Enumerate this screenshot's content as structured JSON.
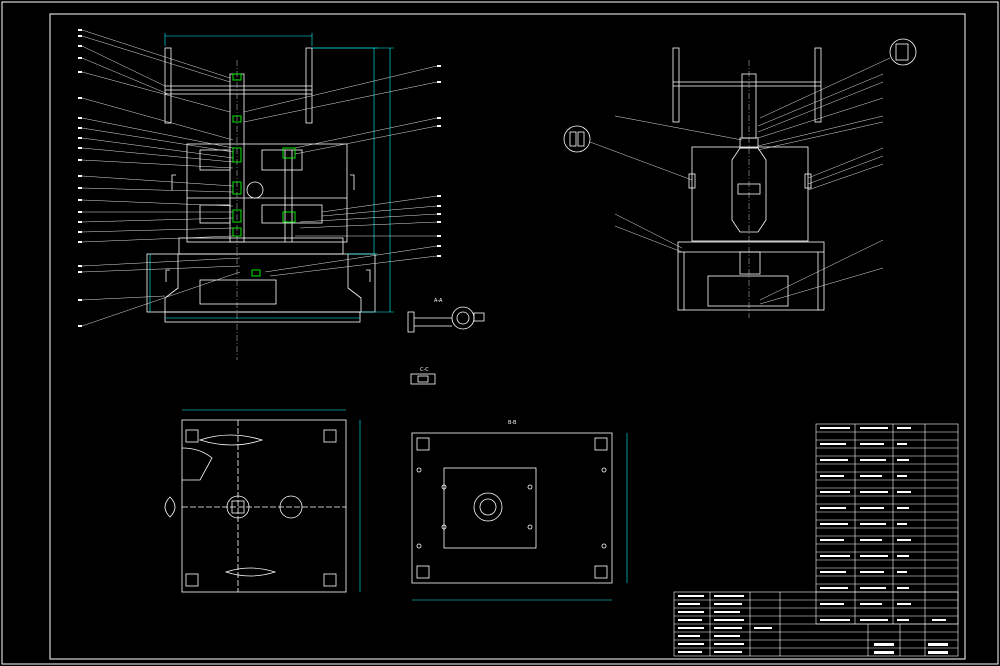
{
  "colors": {
    "background": "#000000",
    "linework": "#ffffff",
    "dimensions": "#00ffff",
    "highlight": "#00ff00",
    "leaders": "#e0e0e0"
  },
  "section_labels": {
    "a_a": "A-A",
    "b_b": "B-B",
    "c_c": "C-C"
  }
}
